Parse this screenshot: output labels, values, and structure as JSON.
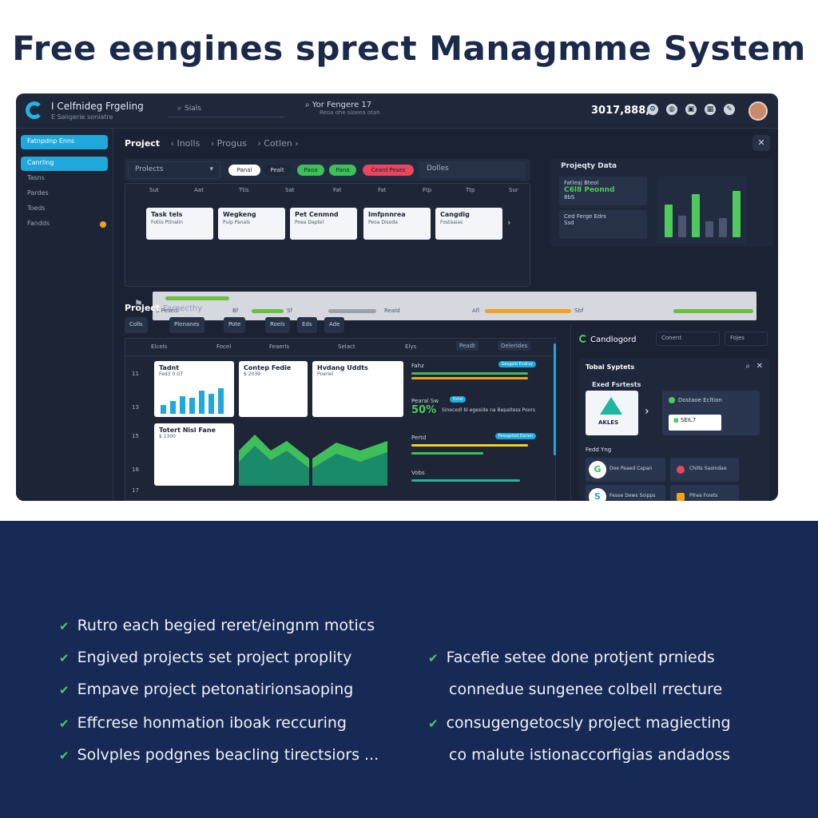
{
  "headline": "Free eengines sprect Managmme System",
  "app": {
    "title": "I Celfnideg Frgeling",
    "subtitle": "E Saligerie soniatre",
    "search_placeholder": "Sials",
    "search2_label": "Yor Fengere 17",
    "search2_sub": "Reoa ohe sioeea otah",
    "counter": "3017,888,",
    "icons": [
      "settings-icon",
      "globe-icon",
      "lock-icon",
      "grid-icon",
      "edit-icon"
    ]
  },
  "sidebar": {
    "top_item": "Fatnpdnp Enns",
    "items": [
      "Canrling",
      "Tasns",
      "Pardes",
      "Toeds",
      "Fandds"
    ]
  },
  "breadcrumb": {
    "root": "Project",
    "items": [
      "Inolls",
      "Progus",
      "Cotlen"
    ]
  },
  "filter": {
    "project_select": "Prolects",
    "chips": [
      {
        "label": "Panal",
        "color": "#ffffff"
      },
      {
        "label": "Pealt",
        "color": "#1f283b"
      },
      {
        "label": "Paoa",
        "color": "#3fbf5a"
      },
      {
        "label": "Pana",
        "color": "#3fbf5a"
      },
      {
        "label": "Ceard Peses",
        "color": "#e8475e"
      }
    ],
    "dropdown": "Dolles"
  },
  "timeline": {
    "days": [
      "Sut",
      "Aat",
      "Ttis",
      "Sat",
      "Fat",
      "Fat",
      "Ftp",
      "Ttp",
      "Sur"
    ],
    "cards": [
      {
        "title": "Task tels",
        "sub": "Fotiis Ptinalin"
      },
      {
        "title": "Wegkeng",
        "sub": "Puip Panals"
      },
      {
        "title": "Pet Cenmnd",
        "sub": "Poea Daptel"
      },
      {
        "title": "Imfpnnrea",
        "sub": "Peoa Disoda"
      },
      {
        "title": "Cangdig",
        "sub": "Fostaaias"
      }
    ]
  },
  "gantt": {
    "labels": [
      "S Pesed",
      "Bf",
      "Sf",
      "Reald",
      "Afl",
      "Sbf"
    ]
  },
  "project_data": {
    "title": "Projeqty Data",
    "boxes": [
      {
        "line1": "Fatleaj Bteol",
        "big": "C6l8 Peonnd",
        "line3": "8bS"
      },
      {
        "line1": "Ced Ferge Edrs",
        "big": "",
        "line3": "Ssd"
      }
    ],
    "bars": [
      0.6,
      0.4,
      0.8,
      0.3,
      0.35,
      0.85
    ]
  },
  "section2": {
    "title": "Project",
    "subtitle": "Fargecthy",
    "toolbar": [
      "Colls",
      "Plonanes",
      "Pote",
      "Roels",
      "Eds",
      "Ade"
    ],
    "tabs": [
      "Elcels",
      "Focel",
      "Feaerls",
      "Selact",
      "Elys",
      "Peadt",
      "Delerides"
    ],
    "rows": [
      "11",
      "13",
      "15",
      "16",
      "17"
    ],
    "cards": [
      {
        "title": "Tadnt",
        "sub": "Fed3 0 GT"
      },
      {
        "title": "Contep Fedie",
        "sub": "$ 2039"
      },
      {
        "title": "Hvdang Uddts",
        "sub": "Poeriel"
      },
      {
        "title": "Totert Nisl Fane",
        "sub": "$ 1300"
      }
    ],
    "stats": [
      {
        "label": "Fahz",
        "pill": "Gesgeld Endrvy"
      },
      {
        "label": "Pearal Sw",
        "pill": "Eshd"
      },
      {
        "label": "Pertd",
        "pill": "Fesogsted Danen"
      },
      {
        "label": "Vobs",
        "pill": ""
      }
    ],
    "percent": "50%",
    "percent_sub": "Sinecedl bl egeside na Bepaltess Poors"
  },
  "right_panel": {
    "title": "Candlogord",
    "selects": [
      "Conent",
      "Fojes"
    ],
    "box_title": "Tobal Syptets",
    "sub": "Exed Fsrtests",
    "logo_label": "AKLES",
    "card_title": "Dostaoe Ecltion",
    "card_value": "SEIL7",
    "section": "Fedd Yng",
    "tiles": [
      {
        "icon": "G",
        "label": "Doe Peaed Capan"
      },
      {
        "icon": "",
        "label": "Chilts Saoindae"
      },
      {
        "icon": "S",
        "label": "Fesoe Dews Soipps"
      },
      {
        "icon": "",
        "label": "Pihes Foiets"
      }
    ]
  },
  "features": {
    "left": [
      "Rutro each begied reret/eingnm motics",
      "Engived projects set project proplity",
      "Empave project petonatirionsaoping",
      "Effcrese honmation iboak reccuring",
      "Solvples podgnes beacling tirectsiors ..."
    ],
    "right": [
      {
        "text": "Facefie setee done protjent prnieds",
        "check": true
      },
      {
        "text": "connedue sungenee colbell rrecture",
        "check": false
      },
      {
        "text": "consugengetocsly project magiecting",
        "check": true
      },
      {
        "text": "co malute istionaccorfigias andadoss",
        "check": false
      }
    ]
  },
  "colors": {
    "accent": "#1fa8dc",
    "green": "#4ecb5c",
    "orange": "#f4a21c",
    "navy": "#172a55"
  }
}
